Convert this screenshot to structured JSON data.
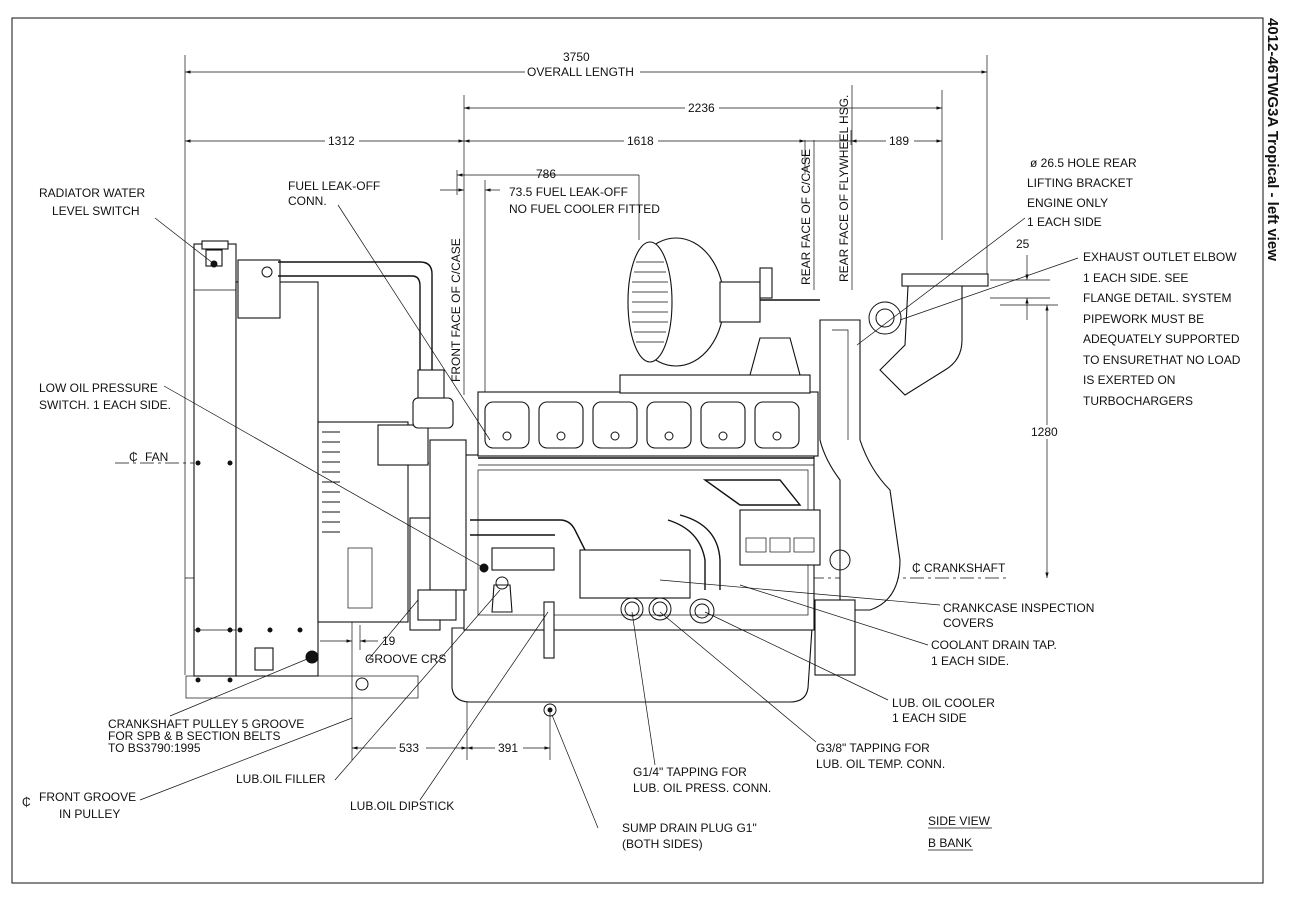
{
  "title": "4012-46TWG3A Tropical - left view",
  "dimensions": {
    "overall_length_value": "3750",
    "overall_length_label": "OVERALL LENGTH",
    "d2236": "2236",
    "d1312": "1312",
    "d1618": "1618",
    "d189": "189",
    "d786": "786",
    "fuel_leakoff_73_line1": "73.5 FUEL LEAK-OFF",
    "fuel_leakoff_73_line2": "NO FUEL COOLER FITTED",
    "d25": "25",
    "d1280": "1280",
    "d19": "19",
    "d533": "533",
    "d391": "391"
  },
  "labels": {
    "radiator_line1": "RADIATOR WATER",
    "radiator_line2": "LEVEL SWITCH",
    "fuel_leak_line1": "FUEL LEAK-OFF",
    "fuel_leak_line2": "CONN.",
    "front_face": "FRONT FACE OF C/CASE",
    "rear_face_case": "REAR FACE OF C/CASE",
    "rear_face_flywheel": "REAR FACE OF FLYWHEEL HSG.",
    "hole_line1": "ø 26.5 HOLE REAR",
    "hole_line2": "LIFTING BRACKET",
    "hole_line3": "ENGINE ONLY",
    "hole_line4": "1 EACH SIDE",
    "exhaust_line1": "EXHAUST OUTLET ELBOW",
    "exhaust_line2": "1 EACH SIDE. SEE",
    "exhaust_line3": "FLANGE DETAIL. SYSTEM",
    "exhaust_line4": "PIPEWORK MUST BE",
    "exhaust_line5": "ADEQUATELY SUPPORTED",
    "exhaust_line6": "TO ENSURETHAT NO LOAD",
    "exhaust_line7": "IS EXERTED ON",
    "exhaust_line8": "TURBOCHARGERS",
    "low_oil_line1": "LOW OIL PRESSURE",
    "low_oil_line2": "SWITCH. 1 EACH SIDE.",
    "fan_symbol": "₵",
    "fan": "FAN",
    "crankshaft_symbol": "₵",
    "crankshaft": "CRANKSHAFT",
    "crankcase_line1": "CRANKCASE INSPECTION",
    "crankcase_line2": "COVERS",
    "coolant_line1": "COOLANT DRAIN TAP.",
    "coolant_line2": "1 EACH SIDE.",
    "groove_crs": "GROOVE CRS",
    "lub_cooler_line1": "LUB. OIL COOLER",
    "lub_cooler_line2": "1 EACH SIDE",
    "pulley_line1": "CRANKSHAFT PULLEY 5 GROOVE",
    "pulley_line2": "FOR SPB & B SECTION BELTS",
    "pulley_line3": "TO BS3790:1995",
    "g38_line1": "G3/8\" TAPPING FOR",
    "g38_line2": "LUB. OIL TEMP. CONN.",
    "lub_filler": "LUB.OIL FILLER",
    "g14_line1": "G1/4\" TAPPING FOR",
    "g14_line2": "LUB. OIL PRESS. CONN.",
    "front_groove_symbol": "₵",
    "front_groove_line1": "FRONT GROOVE",
    "front_groove_line2": "IN PULLEY",
    "dipstick": "LUB.OIL DIPSTICK",
    "sump_line1": "SUMP DRAIN PLUG G1\"",
    "sump_line2": "(BOTH SIDES)",
    "side_view": "SIDE VIEW",
    "b_bank": "B BANK"
  }
}
